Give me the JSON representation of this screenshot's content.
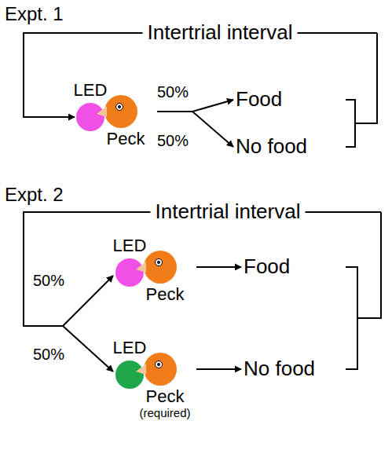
{
  "diagram": {
    "nodes": [
      {
        "text": [
          "LED"
        ]
      },
      {
        "text": [
          "Peck"
        ]
      },
      {
        "text": [
          "Food"
        ]
      },
      {
        "text": [
          "No food"
        ]
      },
      {
        "text": [
          "LED"
        ]
      },
      {
        "text": [
          "Peck"
        ]
      },
      {
        "text": [
          "Food"
        ]
      },
      {
        "text": [
          "LED"
        ]
      },
      {
        "text": [
          "Peck",
          "(required)"
        ]
      },
      {
        "text": [
          "No food"
        ]
      }
    ],
    "edges": [
      {
        "from": 1,
        "to": 2,
        "arrow": "to",
        "label": "50%"
      },
      {
        "from": 1,
        "to": 3,
        "arrow": "to",
        "label": "50%"
      },
      {
        "from": 5,
        "to": 6,
        "arrow": "to"
      },
      {
        "from": 8,
        "to": 9,
        "arrow": "to"
      }
    ],
    "labels": [
      "Expt. 1",
      "Intertrial interval",
      "Expt. 2",
      "Intertrial interval",
      "50%",
      "50%"
    ]
  }
}
